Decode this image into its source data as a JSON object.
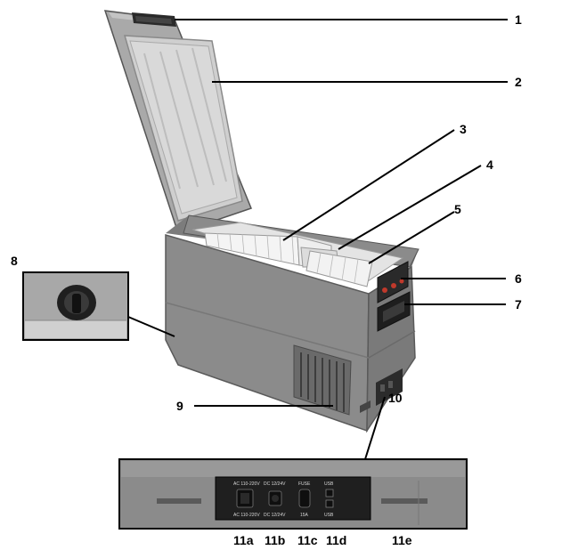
{
  "diagram": {
    "callouts": [
      {
        "id": "1",
        "label": "1"
      },
      {
        "id": "2",
        "label": "2"
      },
      {
        "id": "3",
        "label": "3"
      },
      {
        "id": "4",
        "label": "4"
      },
      {
        "id": "5",
        "label": "5"
      },
      {
        "id": "6",
        "label": "6"
      },
      {
        "id": "7",
        "label": "7"
      },
      {
        "id": "8",
        "label": "8"
      },
      {
        "id": "9",
        "label": "9"
      },
      {
        "id": "10",
        "label": "10"
      }
    ],
    "panel_labels": [
      {
        "id": "11a",
        "label": "11a"
      },
      {
        "id": "11b",
        "label": "11b"
      },
      {
        "id": "11c",
        "label": "11c"
      },
      {
        "id": "11d",
        "label": "11d"
      },
      {
        "id": "11e",
        "label": "11e"
      }
    ],
    "port_panel_text": {
      "ac_top": "AC 110-220V",
      "ac_bottom": "AC 110-220V",
      "dc_top": "DC 12/24V",
      "dc_bottom": "DC 12/24V",
      "fuse_top": "FUSE",
      "fuse_bottom": "15A",
      "usb_top": "USB",
      "usb_bottom": "USB"
    },
    "colors": {
      "body": "#8b8b8b",
      "body_dark": "#6f6f6f",
      "lid": "#a9a9a9",
      "liner": "#e4e4e4",
      "basket": "#f2f2f2",
      "panel": "#1f1f1f",
      "outline": "#000000"
    }
  }
}
